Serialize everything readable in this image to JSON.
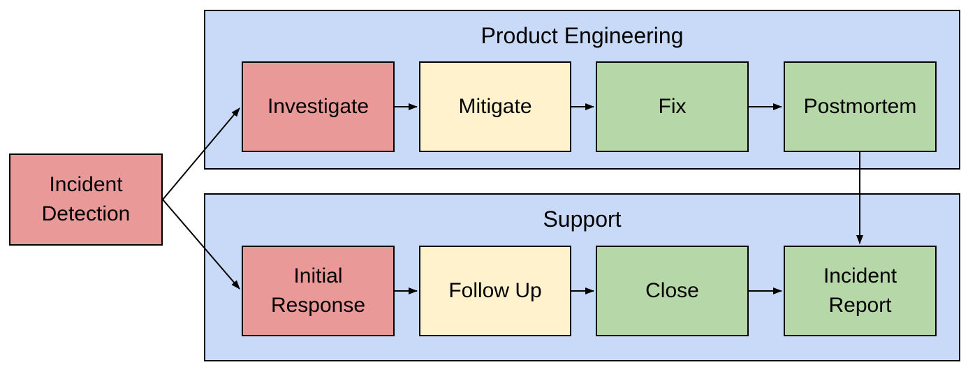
{
  "diagram": {
    "type": "flowchart",
    "title": "",
    "background": "#ffffff"
  },
  "colors": {
    "lane_fill": "#c9daf8",
    "node_red": "#ea9999",
    "node_yellow": "#fff2cc",
    "node_green": "#b6d7a8",
    "border": "#000000",
    "arrow": "#000000",
    "text": "#000000"
  },
  "lanes": [
    {
      "id": "product-engineering",
      "title": "Product Engineering",
      "fill": "#c9daf8"
    },
    {
      "id": "support",
      "title": "Support",
      "fill": "#c9daf8"
    }
  ],
  "nodes": {
    "incident_detection": {
      "label": "Incident\nDetection",
      "fill": "#ea9999",
      "lane": ""
    },
    "investigate": {
      "label": "Investigate",
      "fill": "#ea9999",
      "lane": "Product Engineering"
    },
    "mitigate": {
      "label": "Mitigate",
      "fill": "#fff2cc",
      "lane": "Product Engineering"
    },
    "fix": {
      "label": "Fix",
      "fill": "#b6d7a8",
      "lane": "Product Engineering"
    },
    "postmortem": {
      "label": "Postmortem",
      "fill": "#b6d7a8",
      "lane": "Product Engineering"
    },
    "initial_response": {
      "label": "Initial\nResponse",
      "fill": "#ea9999",
      "lane": "Support"
    },
    "follow_up": {
      "label": "Follow Up",
      "fill": "#fff2cc",
      "lane": "Support"
    },
    "close": {
      "label": "Close",
      "fill": "#b6d7a8",
      "lane": "Support"
    },
    "incident_report": {
      "label": "Incident\nReport",
      "fill": "#b6d7a8",
      "lane": "Support"
    }
  },
  "edges": [
    {
      "from": "Incident Detection",
      "to": "Investigate"
    },
    {
      "from": "Incident Detection",
      "to": "Initial Response"
    },
    {
      "from": "Investigate",
      "to": "Mitigate"
    },
    {
      "from": "Mitigate",
      "to": "Fix"
    },
    {
      "from": "Fix",
      "to": "Postmortem"
    },
    {
      "from": "Postmortem",
      "to": "Incident Report"
    },
    {
      "from": "Initial Response",
      "to": "Follow Up"
    },
    {
      "from": "Follow Up",
      "to": "Close"
    },
    {
      "from": "Close",
      "to": "Incident Report"
    }
  ]
}
